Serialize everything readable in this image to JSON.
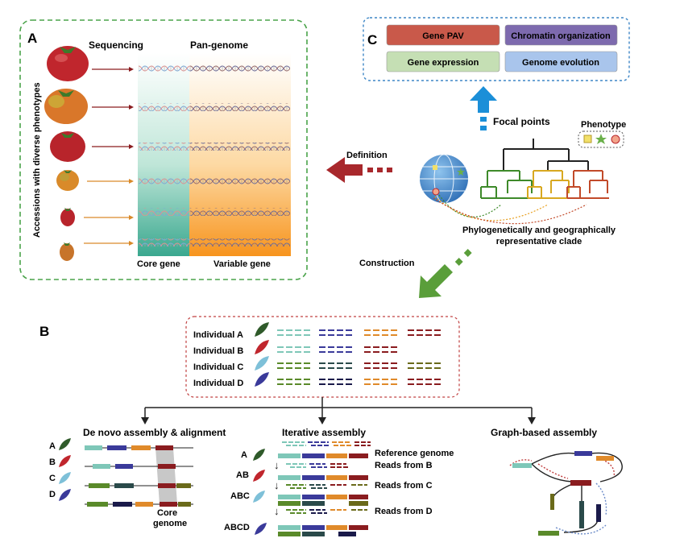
{
  "panelA": {
    "letter": "A",
    "side_label": "Accessions with diverse phenotypes",
    "sequencing": "Sequencing",
    "pangenome": "Pan-genome",
    "core_gene": "Core  gene",
    "variable_gene": "Variable gene"
  },
  "panelC": {
    "letter": "C",
    "boxes": [
      "Gene PAV",
      "Chromatin organization",
      "Gene expression",
      "Genome evolution"
    ]
  },
  "center": {
    "focal_points": "Focal points",
    "phenotype": "Phenotype",
    "definition": "Definition",
    "construction": "Construction",
    "clade_line1": "Phylogenetically and geographically",
    "clade_line2": "representative clade"
  },
  "panelB": {
    "letter": "B",
    "individuals": [
      "Individual A",
      "Individual B",
      "Individual C",
      "Individual D"
    ],
    "denovo_title": "De novo assembly & alignment",
    "denovo_labels": [
      "A",
      "B",
      "C",
      "D"
    ],
    "core_genome_1": "Core",
    "core_genome_2": "genome",
    "iterative_title": "Iterative assembly",
    "iter_labels": [
      "A",
      "AB",
      "ABC",
      "ABCD"
    ],
    "iter_reference": "Reference genome",
    "iter_reads_b": "Reads from B",
    "iter_reads_c": "Reads from C",
    "iter_reads_d": "Reads from D",
    "graph_title": "Graph-based assembly"
  },
  "colors": {
    "tomato_red": "#b8242b",
    "arrow_blue": "#1b8fd8",
    "arrow_red": "#a8282c",
    "arrow_green": "#5a9e3a",
    "core_teal": "#3aa88f",
    "variable_orange": "#f39a2a"
  }
}
